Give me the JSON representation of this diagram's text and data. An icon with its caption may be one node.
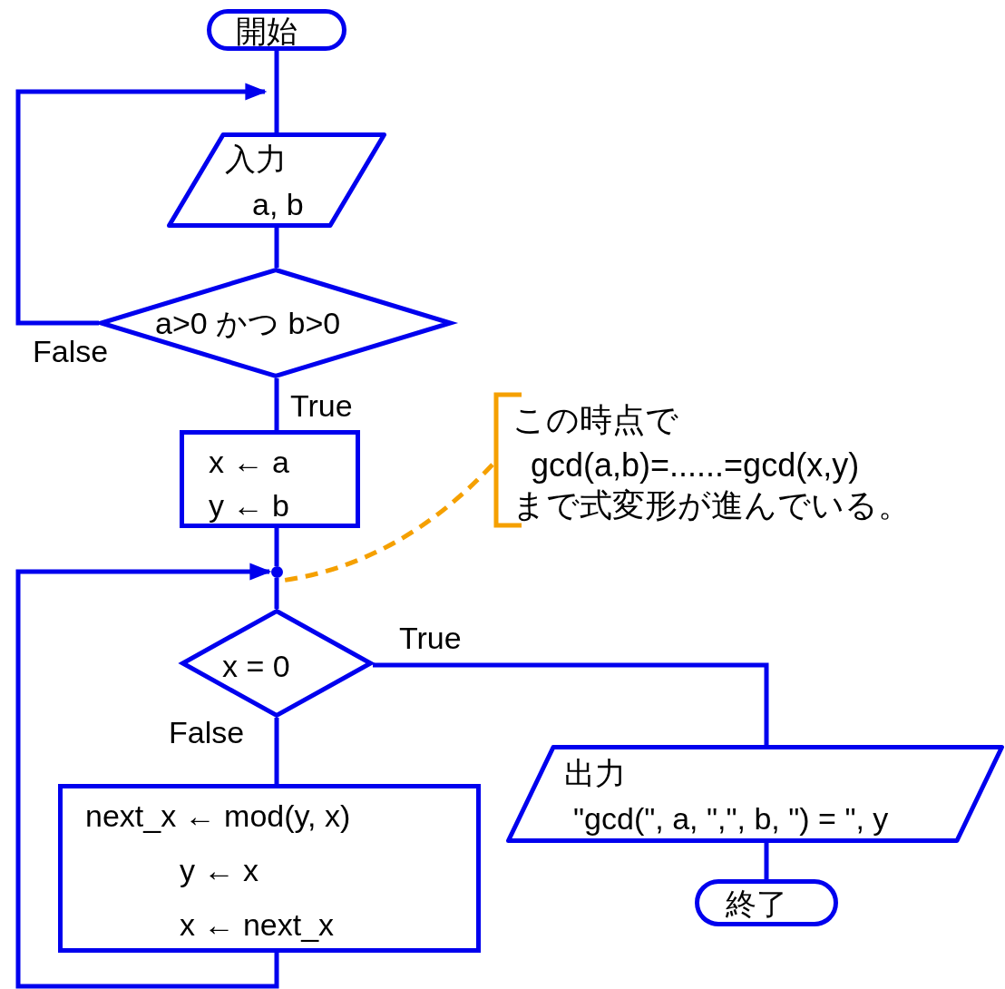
{
  "diagram": {
    "nodes": [
      {
        "text": [
          "開始"
        ]
      },
      {
        "text": [
          "入力",
          "a, b"
        ]
      },
      {
        "text": [
          "a>0 かつ b>0"
        ]
      },
      {
        "text": [
          "x ← a",
          "y ← b"
        ]
      },
      {
        "text": [],
        "shape": "circle"
      },
      {
        "text": [
          "x = 0"
        ]
      },
      {
        "text": [
          "next_x ← mod(y, x)",
          "y ← x",
          "x ← next_x"
        ]
      },
      {
        "text": [
          "出力",
          "\"gcd(\", a, \",\", b, \") = \", y"
        ]
      },
      {
        "text": [
          "終了"
        ]
      },
      {
        "text": [
          "この時点で",
          "gcd(a,b)=......=gcd(x,y)",
          "まで式変形が進んでいる。"
        ]
      }
    ],
    "edges": [
      {
        "from": 0,
        "to": 1,
        "arrow": "none"
      },
      {
        "from": 2,
        "to": 1,
        "arrow": "to",
        "label": "False"
      },
      {
        "from": 1,
        "to": 2,
        "arrow": "none"
      },
      {
        "from": 2,
        "to": 3,
        "arrow": "none",
        "label": "True"
      },
      {
        "from": 3,
        "to": 4,
        "arrow": "none"
      },
      {
        "from": 4,
        "to": 5,
        "arrow": "none"
      },
      {
        "from": 6,
        "to": 4,
        "arrow": "to"
      },
      {
        "from": 5,
        "to": 6,
        "arrow": "none",
        "label": "False"
      },
      {
        "from": 5,
        "to": 7,
        "arrow": "none",
        "label": "True"
      },
      {
        "from": 7,
        "to": 8,
        "arrow": "none"
      },
      {
        "from": 9,
        "to": 4,
        "arrow": "none",
        "style": "dashed",
        "color": "#f5a000"
      }
    ]
  }
}
